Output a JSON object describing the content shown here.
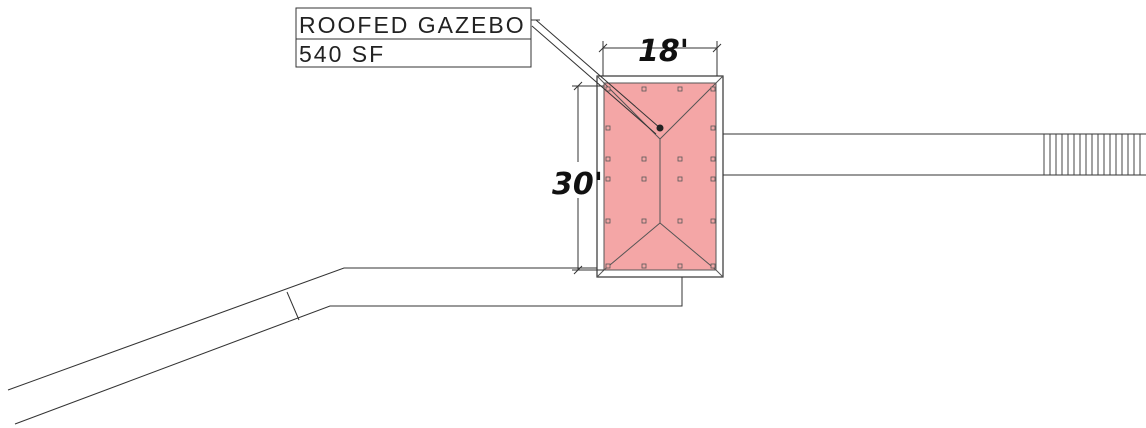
{
  "label": {
    "line1": "ROOFED GAZEBO",
    "line2": "540 SF"
  },
  "dimensions": {
    "width": "18'",
    "length": "30'"
  },
  "colors": {
    "roof_fill": "#f4a6a6",
    "line": "#333333"
  }
}
